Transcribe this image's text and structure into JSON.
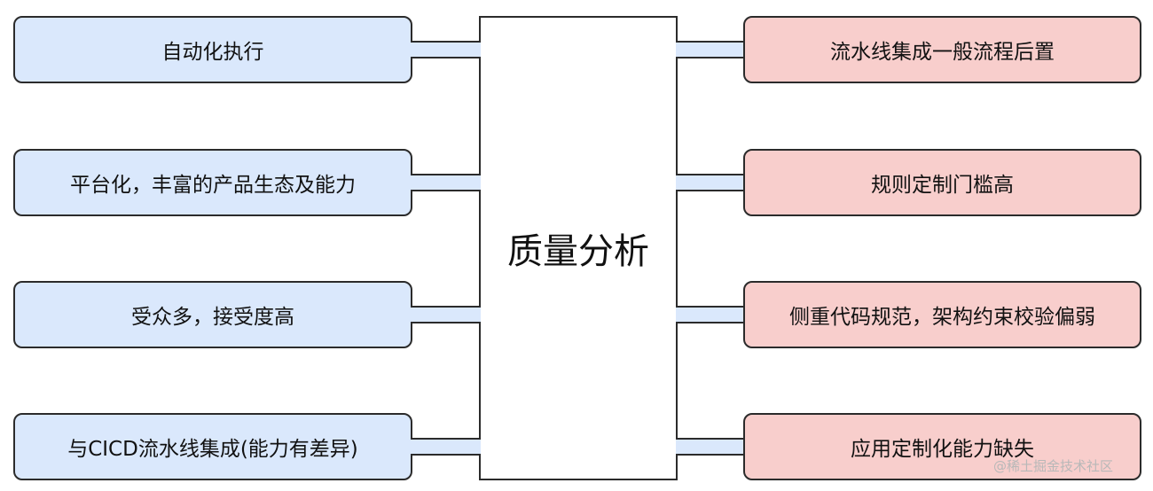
{
  "center": {
    "label": "质量分析"
  },
  "strengths": [
    {
      "label": "自动化执行"
    },
    {
      "label": "平台化，丰富的产品生态及能力"
    },
    {
      "label": "受众多，接受度高"
    },
    {
      "label": "与CICD流水线集成(能力有差异)"
    }
  ],
  "weaknesses": [
    {
      "label": "流水线集成一般流程后置"
    },
    {
      "label": "规则定制门槛高"
    },
    {
      "label": "侧重代码规范，架构约束校验偏弱"
    },
    {
      "label": "应用定制化能力缺失"
    }
  ],
  "colors": {
    "strength_fill": "#dae8fc",
    "weakness_fill": "#f8cecc",
    "stroke": "#2b2b2b"
  },
  "watermark": "@稀土掘金技术社区"
}
